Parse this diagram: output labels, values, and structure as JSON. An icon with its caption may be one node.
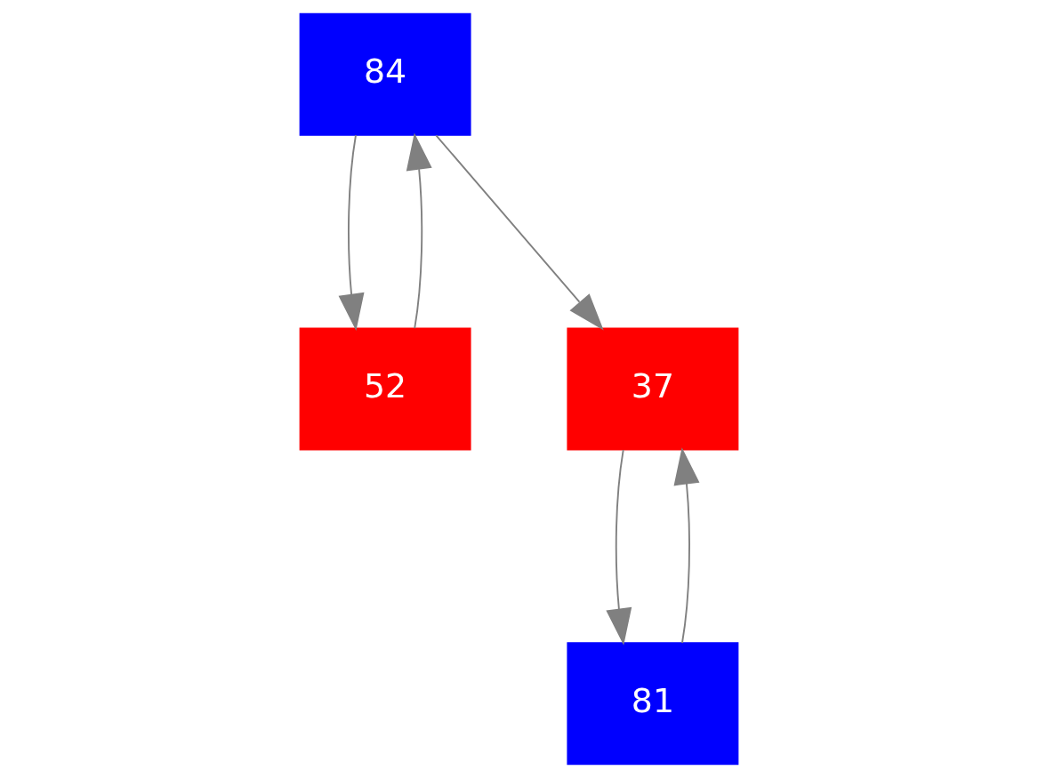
{
  "diagram": {
    "nodes": [
      {
        "text": [
          "84"
        ]
      },
      {
        "text": [
          "52"
        ]
      },
      {
        "text": [
          "37"
        ]
      },
      {
        "text": [
          "81"
        ]
      }
    ],
    "edges": [
      {
        "from": 0,
        "to": 1,
        "arrow": "to"
      },
      {
        "from": 1,
        "to": 0,
        "arrow": "to"
      },
      {
        "from": 0,
        "to": 2,
        "arrow": "to"
      },
      {
        "from": 2,
        "to": 3,
        "arrow": "to"
      },
      {
        "from": 3,
        "to": 2,
        "arrow": "to"
      }
    ]
  }
}
